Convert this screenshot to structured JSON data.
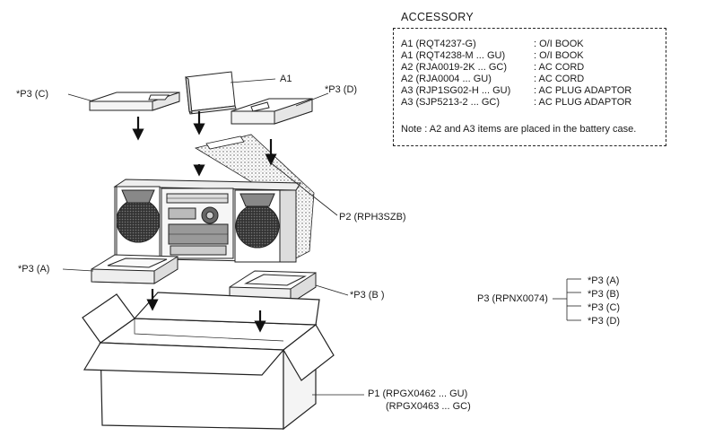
{
  "accessory": {
    "title": "ACCESSORY",
    "items": [
      {
        "code": "A1 (RQT4237-G)",
        "desc": ": O/I BOOK"
      },
      {
        "code": "A1 (RQT4238-M ... GU)",
        "desc": ": O/I BOOK"
      },
      {
        "code": "A2 (RJA0019-2K ... GC)",
        "desc": ": AC CORD"
      },
      {
        "code": "A2 (RJA0004 ... GU)",
        "desc": ": AC CORD"
      },
      {
        "code": "A3 (RJP1SG02-H ... GU)",
        "desc": ": AC PLUG ADAPTOR"
      },
      {
        "code": "A3 (SJP5213-2 ... GC)",
        "desc": ": AC PLUG ADAPTOR"
      }
    ],
    "note": "Note :  A2  and A3  items are placed in the battery case."
  },
  "labels": {
    "a1": "A1",
    "p3c": "*P3 (C)",
    "p3d": "*P3 (D)",
    "p2": "P2 (RPH3SZB)",
    "p3a": "*P3 (A)",
    "p3b": "*P3 (B )",
    "p1_line1": "P1  (RPGX0462 ... GU)",
    "p1_line2": "(RPGX0463 ... GC)"
  },
  "p3_group": {
    "label": "P3 (RPNX0074)",
    "items": [
      "*P3 (A)",
      "*P3 (B)",
      "*P3 (C)",
      "*P3 (D)"
    ]
  }
}
